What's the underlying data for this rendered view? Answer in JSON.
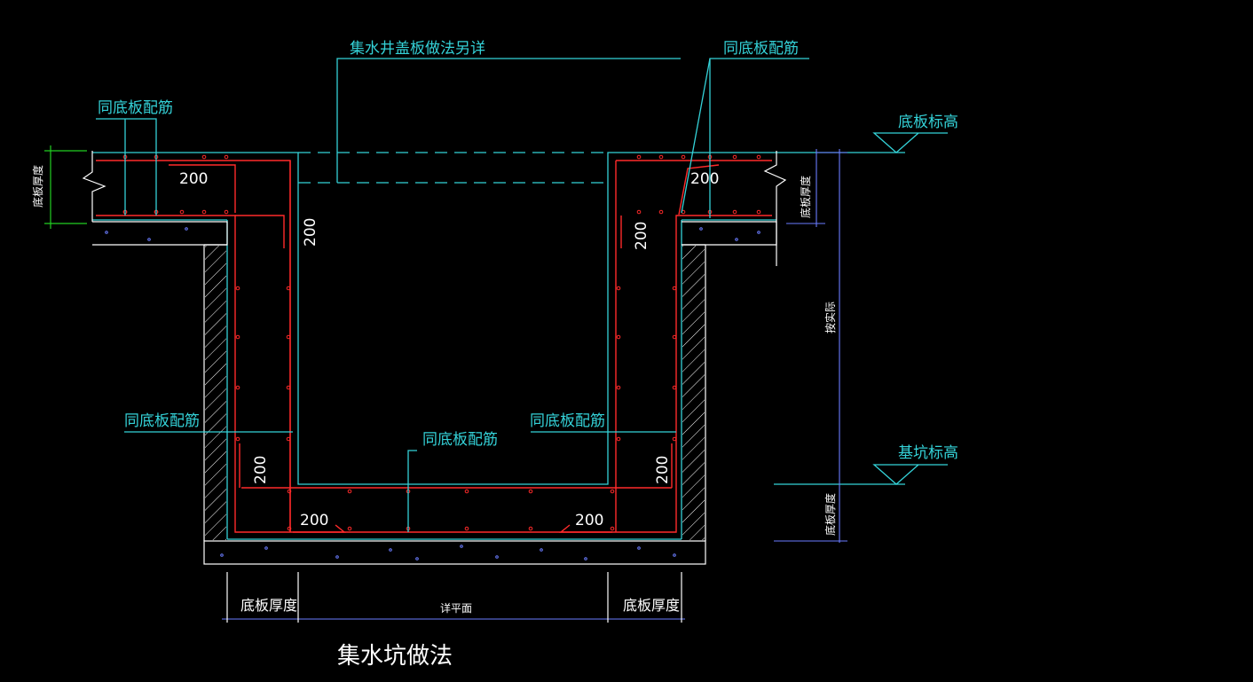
{
  "title": "集水坑做法",
  "colors": {
    "background": "#000000",
    "label": "#34d2d8",
    "rebar": "#ff2a2a",
    "outline": "#ffffff",
    "dimension_green": "#22d022",
    "dimension_blue": "#6a7cff"
  },
  "labels": {
    "cover_note": "集水井盖板做法另详",
    "rebar_top_right": "同底板配筋",
    "rebar_top_left": "同底板配筋",
    "rebar_mid_left": "同底板配筋",
    "rebar_mid_center": "同底板配筋",
    "rebar_mid_right": "同底板配筋",
    "elev_slab": "底板标高",
    "elev_pit": "基坑标高"
  },
  "dimensions": {
    "d200_top_left": "200",
    "d200_wall_left_top": "200",
    "d200_top_right": "200",
    "d200_wall_right_top": "200",
    "d200_corner_left": "200",
    "d200_corner_right": "200",
    "d200_bottom_left": "200",
    "d200_bottom_right": "200",
    "thick_left_vertical": "底板厚度",
    "thick_right_vertical": "底板厚度",
    "depth_right": "按实际",
    "thick_pit_bottom": "底板厚度",
    "bottom_left": "底板厚度",
    "bottom_center": "详平面",
    "bottom_right": "底板厚度"
  },
  "icons": [
    "elevation-marker-icon",
    "break-line-icon"
  ]
}
